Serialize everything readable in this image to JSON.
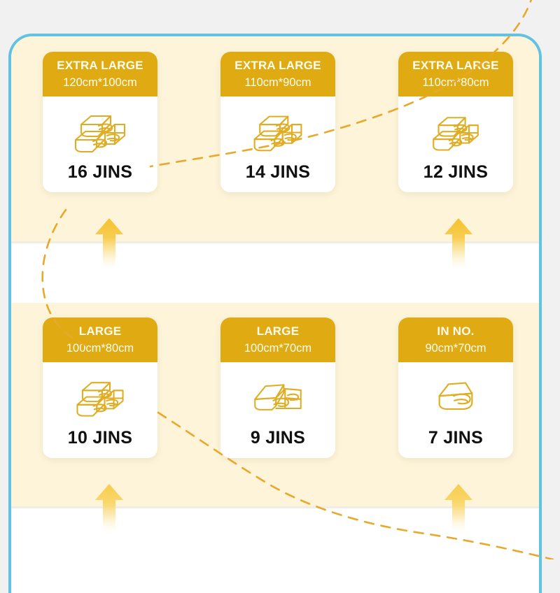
{
  "panel": {
    "border_color": "#63c1e2",
    "background_color": "#fdf4da",
    "stripe_white": "#ffffff",
    "accent_gold": "#dfaa12",
    "icon_gold": "#e0ad22",
    "dash_color": "#e8a92a"
  },
  "rows": [
    {
      "name": "extra-large-row",
      "cards": [
        {
          "title": "EXTRA LARGE",
          "dims": "120cm*100cm",
          "weight": "16 JINS",
          "icon": "stacked-quilts-three-icon"
        },
        {
          "title": "EXTRA LARGE",
          "dims": "110cm*90cm",
          "weight": "14 JINS",
          "icon": "stacked-quilts-three-icon"
        },
        {
          "title": "EXTRA LARGE",
          "dims": "110cm*80cm",
          "weight": "12 JINS",
          "icon": "stacked-quilts-three-icon"
        }
      ]
    },
    {
      "name": "large-row",
      "cards": [
        {
          "title": "LARGE",
          "dims": "100cm*80cm",
          "weight": "10 JINS",
          "icon": "stacked-quilts-three-icon"
        },
        {
          "title": "LARGE",
          "dims": "100cm*70cm",
          "weight": "9 JINS",
          "icon": "stacked-quilts-two-icon"
        },
        {
          "title": "IN NO.",
          "dims": "90cm*70cm",
          "weight": "7 JINS",
          "icon": "folded-quilt-single-icon"
        }
      ]
    }
  ],
  "arrows": [
    {
      "name": "up-arrow-left-top"
    },
    {
      "name": "up-arrow-right-top"
    },
    {
      "name": "up-arrow-left-bottom"
    },
    {
      "name": "up-arrow-right-bottom"
    }
  ]
}
